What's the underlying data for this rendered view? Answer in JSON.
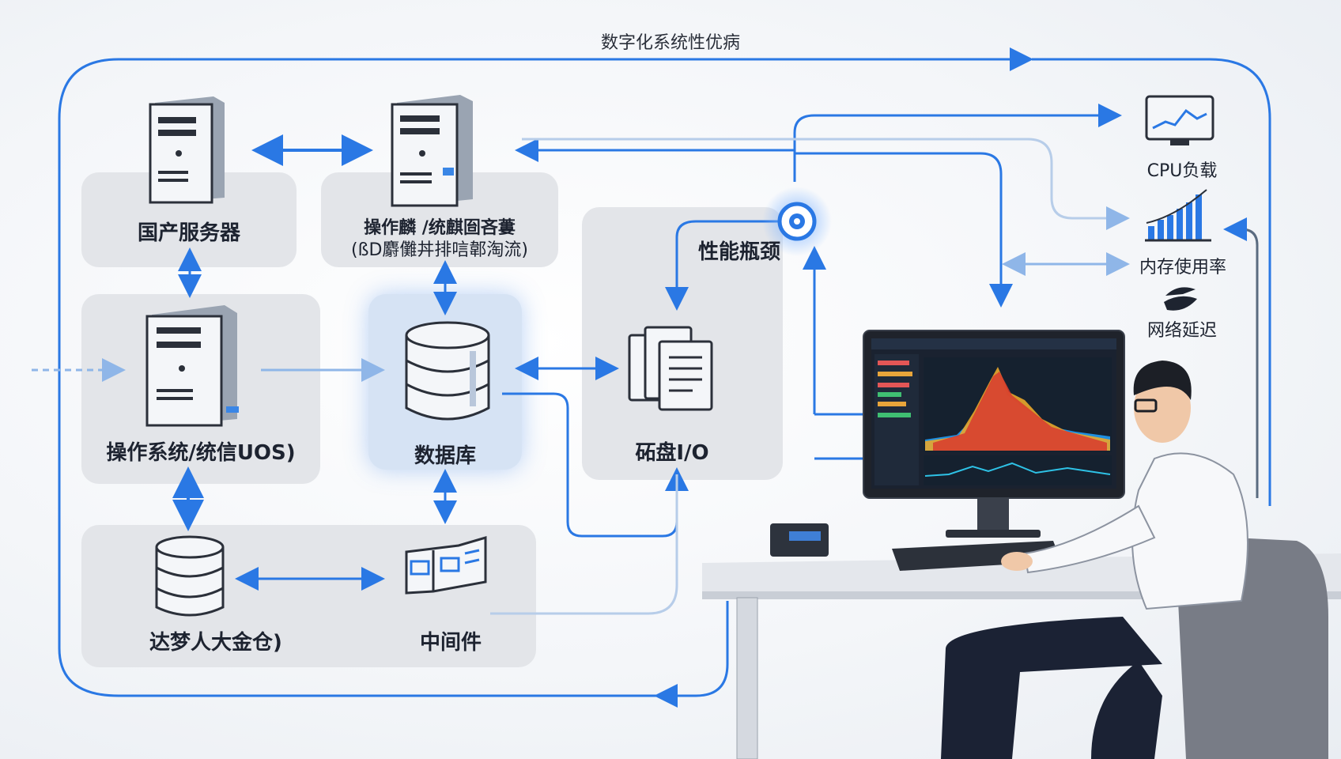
{
  "diagram": {
    "title": "数字化系统性优病",
    "nodes": {
      "domestic_server": "国产服务器",
      "os_layer_top_line1": "操作麟 /统麒囼吝蔞",
      "os_layer_top_line2": "(ßD麝儺丼排唁郼淘流)",
      "os_uos": "操作系统/统信UOS)",
      "database": "数据库",
      "dameng": "达梦人大金仓)",
      "middleware": "中间件",
      "bottleneck": "性能瓶颈",
      "disk_io": "砳盘I/O",
      "cpu_load": "CPU负载",
      "memory_usage": "内存使用率",
      "network_latency": "网络延迟"
    }
  },
  "colors": {
    "accent": "#2f7fe0",
    "arrow": "#2a78e4",
    "panel": "#e3e5e9",
    "highlight": "#d6e3f4"
  },
  "icons": [
    "server-icon",
    "database-icon",
    "documents-icon",
    "middleware-icon",
    "target-icon",
    "monitor-chart-icon",
    "bar-chart-icon",
    "network-icon"
  ]
}
